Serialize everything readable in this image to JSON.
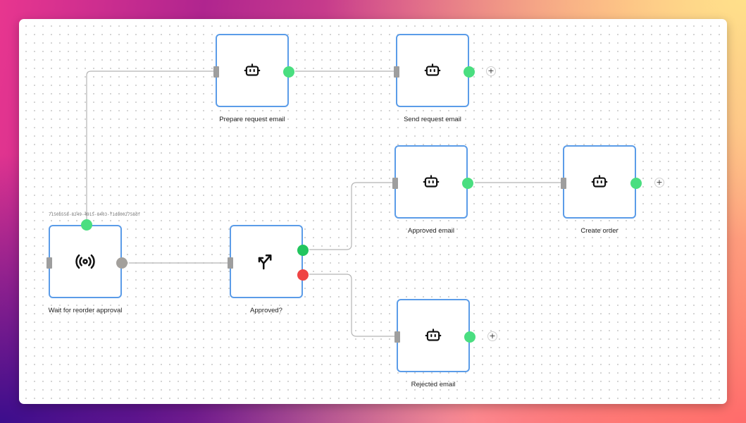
{
  "canvas": {
    "nodes": [
      {
        "key": "prepare",
        "label": "Prepare request email",
        "icon": "robot-icon",
        "has_add": false
      },
      {
        "key": "send",
        "label": "Send request email",
        "icon": "robot-icon",
        "has_add": true
      },
      {
        "key": "approved_email",
        "label": "Approved email",
        "icon": "robot-icon",
        "has_add": false
      },
      {
        "key": "create_order",
        "label": "Create order",
        "icon": "robot-icon",
        "has_add": true
      },
      {
        "key": "wait",
        "label": "Wait for reorder approval",
        "icon": "broadcast-icon",
        "has_add": false,
        "id_text": "7150b558-8249-4915-8403-f1d8002758df"
      },
      {
        "key": "approved",
        "label": "Approved?",
        "icon": "branch-icon",
        "has_add": false
      },
      {
        "key": "rejected",
        "label": "Rejected email",
        "icon": "robot-icon",
        "has_add": true
      }
    ],
    "add_symbol": "+",
    "colors": {
      "node_border": "#5b9ce8",
      "port_success": "#4ade80",
      "port_true": "#22c55e",
      "port_false": "#ef4444",
      "port_neutral": "#a3a09c",
      "port_input": "#9e9e9e",
      "edge": "#b5b5b5"
    }
  }
}
